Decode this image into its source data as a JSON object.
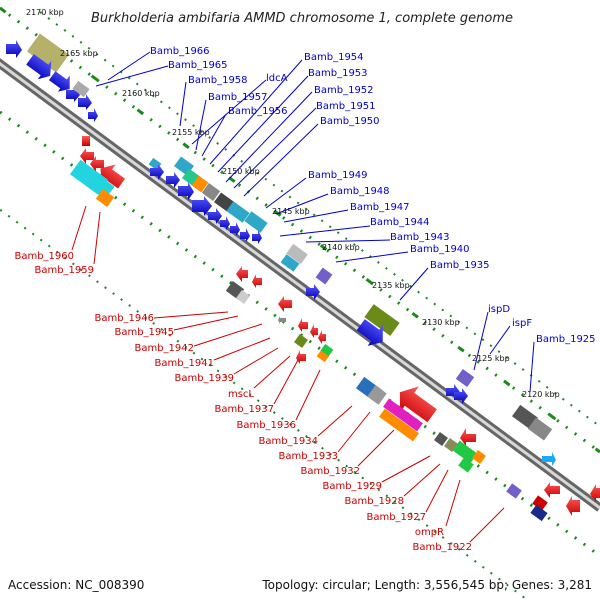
{
  "title": "Burkholderia ambifaria AMMD chromosome 1, complete genome",
  "accession": "Accession: NC_008390",
  "topology": "Topology: circular; Length: 3,556,545 bp; Genes: 3,281",
  "ticks": [
    "2170 kbp",
    "2165 kbp",
    "2160 kbp",
    "2155 kbp",
    "2150 kbp",
    "2145 kbp",
    "2140 kbp",
    "2135 kbp",
    "2130 kbp",
    "2125 kbp",
    "2120 kbp"
  ],
  "plus_genes": [
    "Bamb_1966",
    "Bamb_1965",
    "Bamb_1958",
    "ldcA",
    "Bamb_1957",
    "Bamb_1956",
    "Bamb_1954",
    "Bamb_1953",
    "Bamb_1952",
    "Bamb_1951",
    "Bamb_1950",
    "Bamb_1949",
    "Bamb_1948",
    "Bamb_1947",
    "Bamb_1944",
    "Bamb_1943",
    "Bamb_1940",
    "Bamb_1935",
    "ispD",
    "ispF",
    "Bamb_1925"
  ],
  "minus_genes": [
    "Bamb_1960",
    "Bamb_1959",
    "Bamb_1946",
    "Bamb_1945",
    "Bamb_1942",
    "Bamb_1941",
    "Bamb_1939",
    "mscL",
    "Bamb_1937",
    "Bamb_1936",
    "Bamb_1934",
    "Bamb_1933",
    "Bamb_1932",
    "Bamb_1929",
    "Bamb_1928",
    "Bamb_1927",
    "ompR",
    "Bamb_1922"
  ],
  "colors": {
    "plus": "#0000cc",
    "minus": "#cc0000",
    "backbone": "#7a7a7a",
    "dots": "#1a8a1a"
  }
}
